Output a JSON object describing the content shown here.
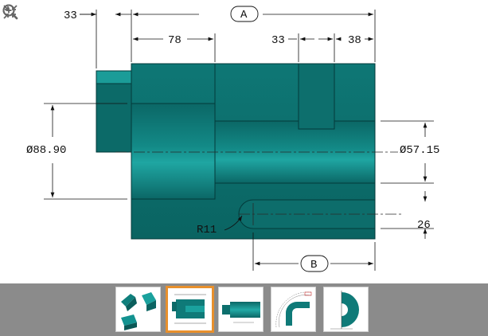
{
  "toolbar": {
    "zoom_out_icon": "zoom-out-icon",
    "fit_icon": "fit-to-view-icon",
    "zoom_in_icon": "zoom-in-icon"
  },
  "drawing": {
    "dimensions": {
      "left_offset": "33",
      "overall_length": "A",
      "shoulder_length": "78",
      "slot_width": "33",
      "slot_offset": "38",
      "large_diameter": "Ø88.90",
      "bore_diameter": "Ø57.15",
      "slot_radius": "R11",
      "slot_height": "26",
      "slot_length": "B"
    },
    "colors": {
      "body": "#0f7a78",
      "body_dark": "#0a5c5b",
      "body_light": "#1ea3a0",
      "outline": "#033a3a"
    }
  },
  "thumbnails": [
    {
      "label": "3D parts view",
      "active": false
    },
    {
      "label": "Dimensioned side view",
      "active": true
    },
    {
      "label": "Shaft view",
      "active": false
    },
    {
      "label": "Arc detail drawing",
      "active": false
    },
    {
      "label": "Half section view",
      "active": false
    }
  ]
}
